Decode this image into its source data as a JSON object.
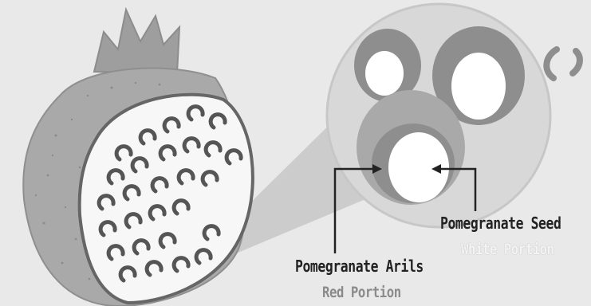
{
  "labels": {
    "seed_title": "Pomegranate Seed",
    "seed_sub": "White Portion",
    "arils_title": "Pomegranate Arils",
    "arils_sub": "Red Portion"
  },
  "colors": {
    "background": "#e9e9e9",
    "fruit_skin": "#a9a9a9",
    "aril": "#666666",
    "seed": "#ffffff",
    "magnifier": "#d6d6d6"
  },
  "icons": [
    "pomegranate-fruit-icon",
    "magnifier-circle-icon",
    "seed-icon",
    "arrow-icon"
  ]
}
